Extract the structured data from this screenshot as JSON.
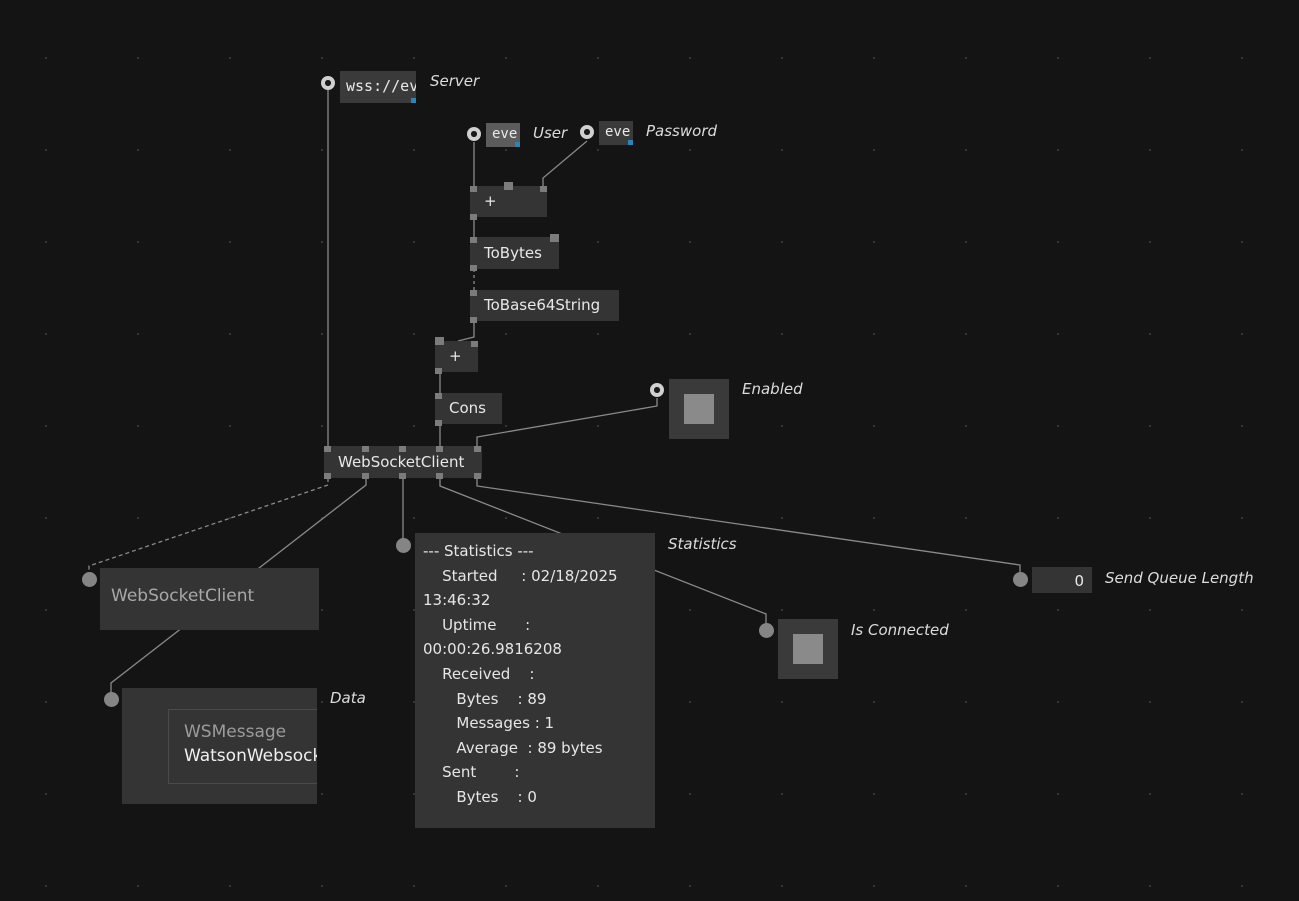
{
  "inputs": {
    "server": {
      "value": "wss://ev",
      "label": "Server"
    },
    "user": {
      "value": "eve",
      "label": "User"
    },
    "password": {
      "value": "eve",
      "label": "Password"
    },
    "enabled": {
      "label": "Enabled",
      "checked": false
    }
  },
  "nodes": {
    "plus_top": "+",
    "to_bytes": "ToBytes",
    "to_base64": "ToBase64String",
    "plus_mid": "+",
    "cons": "Cons",
    "ws_client": "WebSocketClient"
  },
  "outputs": {
    "client_output": {
      "value": "WebSocketClient"
    },
    "data": {
      "label": "Data",
      "type_name": "WSMessage",
      "value": "WatsonWebsocket"
    },
    "statistics": {
      "label": "Statistics",
      "lines": [
        "--- Statistics ---",
        "    Started     : 02/18/2025",
        "13:46:32",
        "    Uptime      :",
        "00:00:26.9816208",
        "    Received    :",
        "       Bytes    : 89",
        "       Messages : 1",
        "       Average  : 89 bytes",
        "    Sent        :",
        "       Bytes    : 0"
      ]
    },
    "is_connected": {
      "label": "Is Connected",
      "checked": false
    },
    "send_queue_length": {
      "label": "Send Queue Length",
      "value": "0"
    }
  },
  "colors": {
    "background": "#141414",
    "node": "#343434",
    "pin": "#7c7c7c",
    "wire": "#8a8a8a",
    "accent_corner": "#2b84b8"
  }
}
